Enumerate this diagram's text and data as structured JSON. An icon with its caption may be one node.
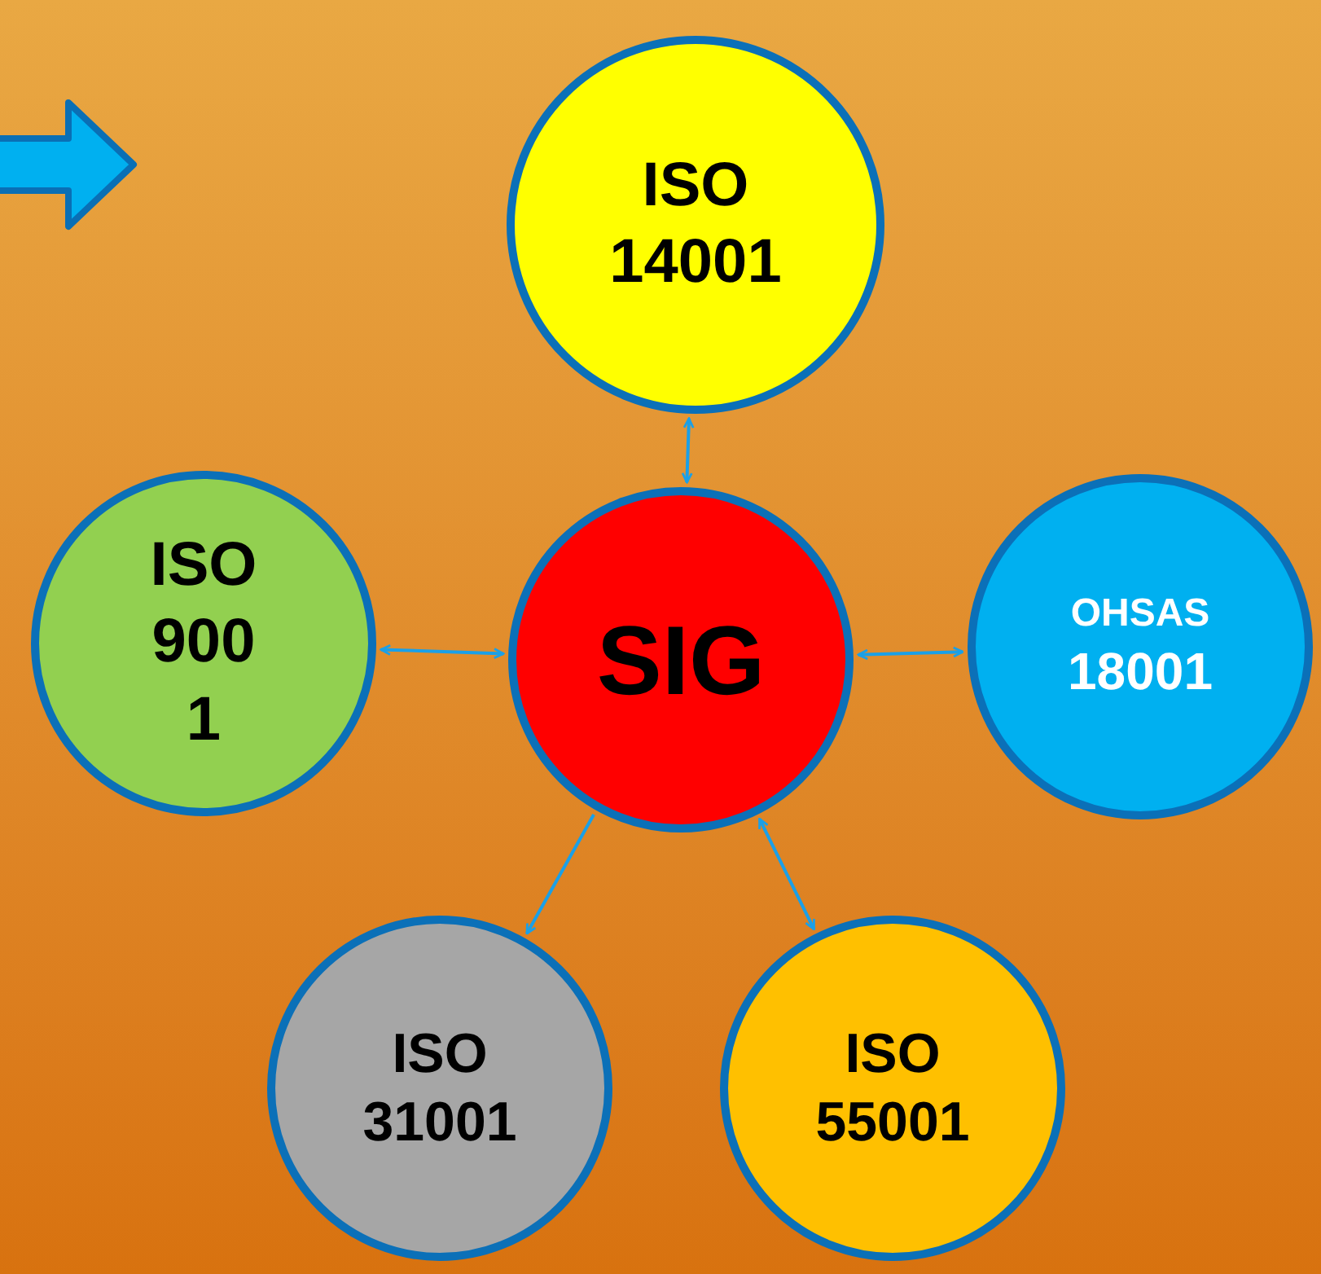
{
  "diagram": {
    "nodes": [
      {
        "text": [
          "ISO 14001"
        ]
      },
      {
        "text": [
          "ISO 900 1"
        ]
      },
      {
        "text": [
          "SIG"
        ]
      },
      {
        "text": [
          "OHSAS",
          "18001"
        ]
      },
      {
        "text": [
          "ISO 31001"
        ]
      },
      {
        "text": [
          "ISO 55001"
        ]
      }
    ],
    "edges": [
      {
        "from": 0,
        "to": 2,
        "arrow": "both"
      },
      {
        "from": 1,
        "to": 2,
        "arrow": "both"
      },
      {
        "from": 2,
        "to": 3,
        "arrow": "both"
      },
      {
        "from": 2,
        "to": 4,
        "arrow": "to"
      },
      {
        "from": 2,
        "to": 5,
        "arrow": "both"
      }
    ]
  }
}
